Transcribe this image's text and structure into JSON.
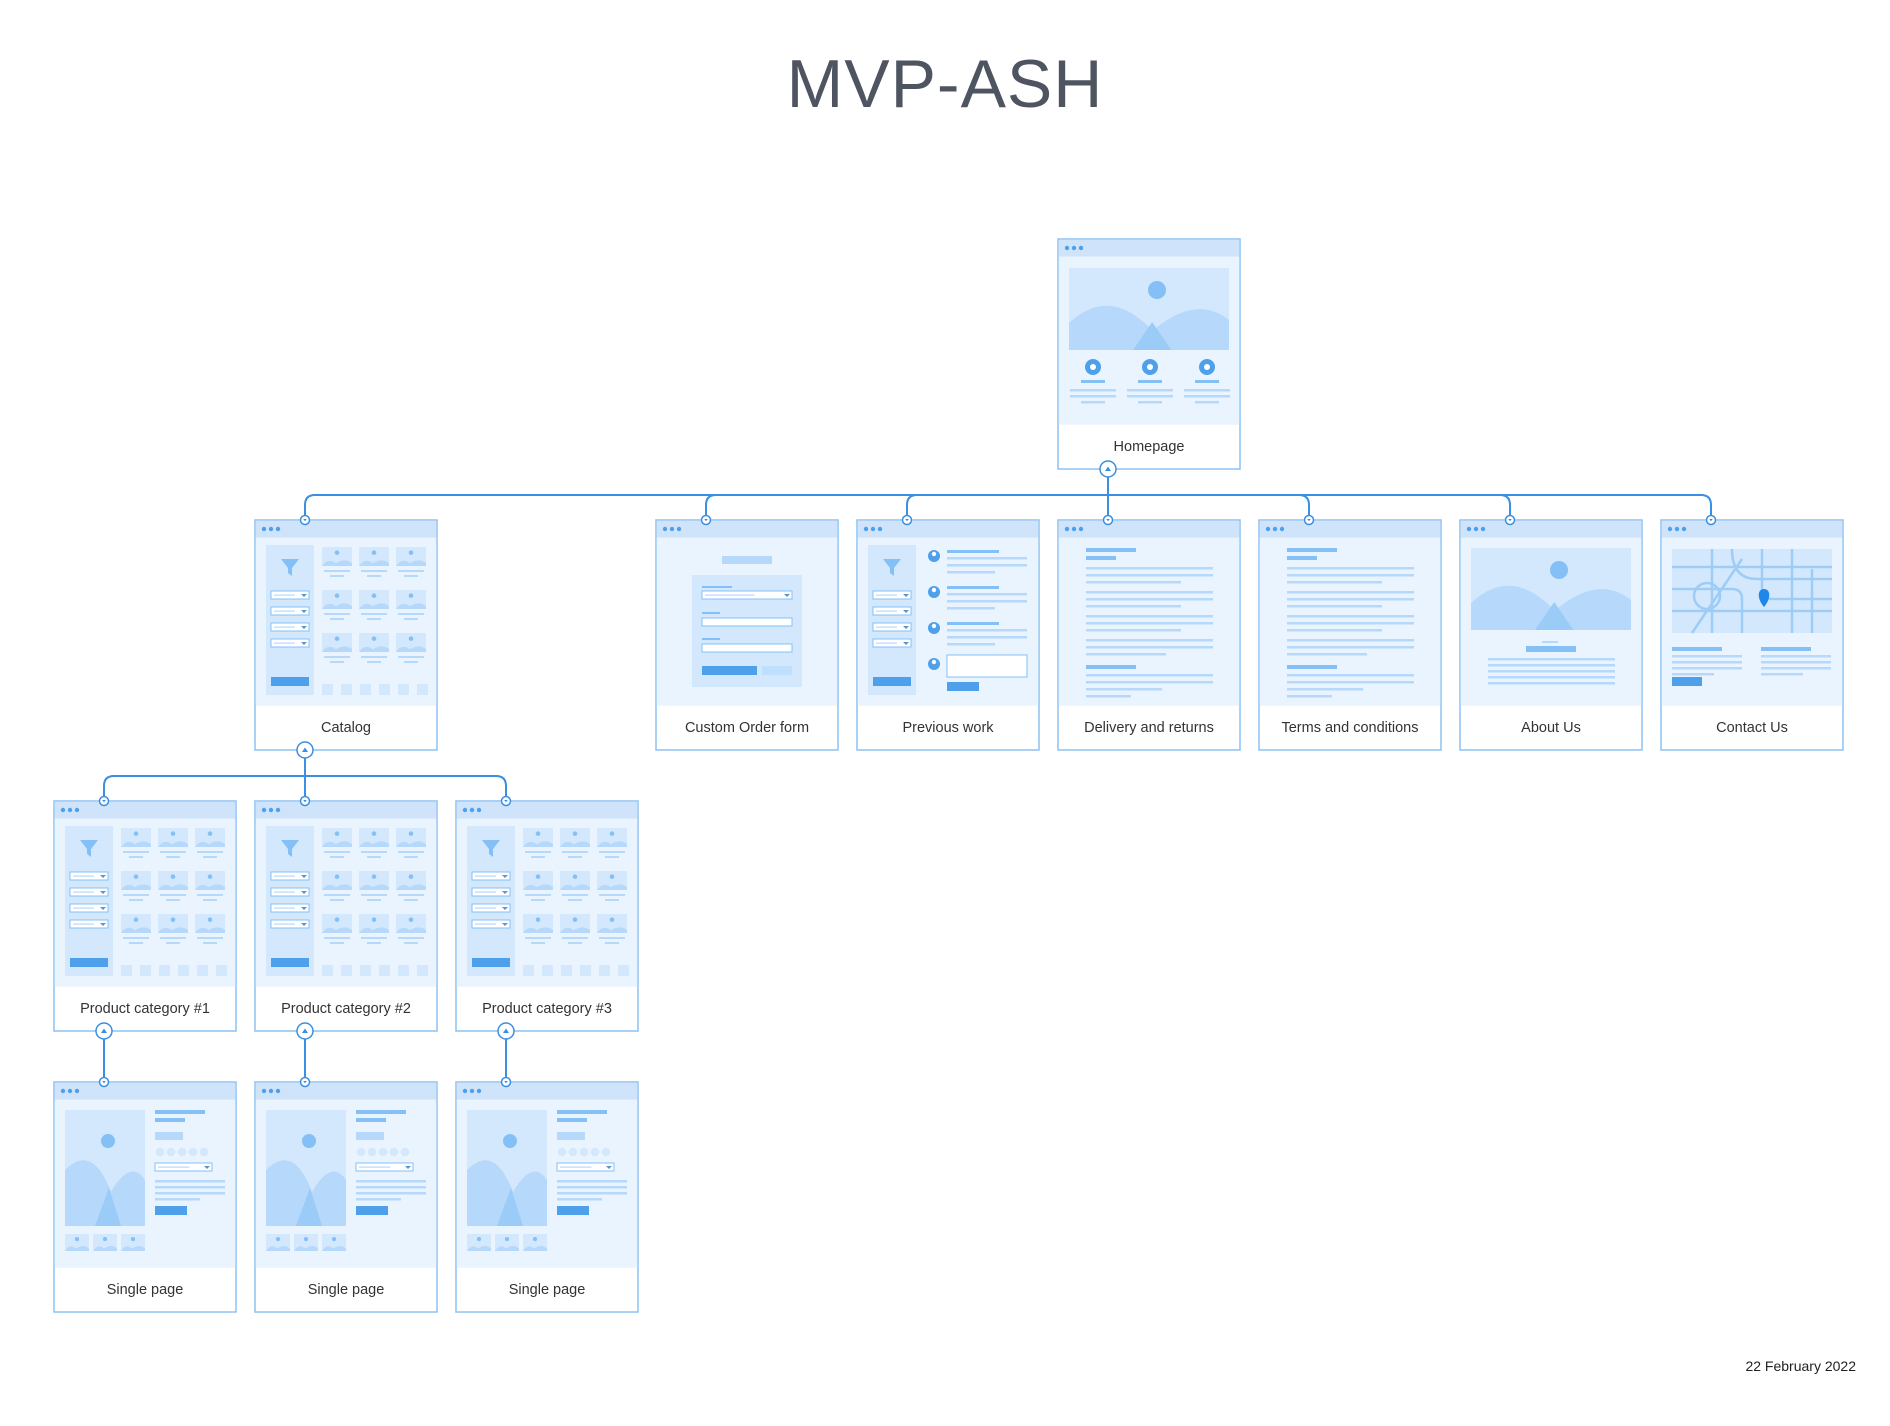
{
  "title": "MVP-ASH",
  "date": "22 February 2022",
  "nodes": [
    {
      "id": "homepage",
      "label": "Homepage",
      "kind": "home"
    },
    {
      "id": "catalog",
      "label": "Catalog",
      "kind": "catalog"
    },
    {
      "id": "custom-order-form",
      "label": "Custom Order form",
      "kind": "form"
    },
    {
      "id": "previous-work",
      "label": "Previous work",
      "kind": "list"
    },
    {
      "id": "delivery-and-returns",
      "label": "Delivery and returns",
      "kind": "text"
    },
    {
      "id": "terms-and-conditions",
      "label": "Terms and conditions",
      "kind": "text"
    },
    {
      "id": "about-us",
      "label": "About Us",
      "kind": "about"
    },
    {
      "id": "contact-us",
      "label": "Contact Us",
      "kind": "contact"
    },
    {
      "id": "product-category-1",
      "label": "Product category #1",
      "kind": "catalog"
    },
    {
      "id": "product-category-2",
      "label": "Product category #2",
      "kind": "catalog"
    },
    {
      "id": "product-category-3",
      "label": "Product category #3",
      "kind": "catalog"
    },
    {
      "id": "single-page-1",
      "label": "Single page",
      "kind": "single"
    },
    {
      "id": "single-page-2",
      "label": "Single page",
      "kind": "single"
    },
    {
      "id": "single-page-3",
      "label": "Single page",
      "kind": "single"
    }
  ],
  "edges": [
    {
      "from": "homepage",
      "to": "catalog"
    },
    {
      "from": "homepage",
      "to": "custom-order-form"
    },
    {
      "from": "homepage",
      "to": "previous-work"
    },
    {
      "from": "homepage",
      "to": "delivery-and-returns"
    },
    {
      "from": "homepage",
      "to": "terms-and-conditions"
    },
    {
      "from": "homepage",
      "to": "about-us"
    },
    {
      "from": "homepage",
      "to": "contact-us"
    },
    {
      "from": "catalog",
      "to": "product-category-1"
    },
    {
      "from": "catalog",
      "to": "product-category-2"
    },
    {
      "from": "catalog",
      "to": "product-category-3"
    },
    {
      "from": "product-category-1",
      "to": "single-page-1"
    },
    {
      "from": "product-category-2",
      "to": "single-page-2"
    },
    {
      "from": "product-category-3",
      "to": "single-page-3"
    }
  ],
  "colors": {
    "line": "#3b8fe0",
    "border": "#8cc2f2",
    "header": "#cfe4fb",
    "thumb_bg": "#eaf4fe",
    "shape": "#b5d8fb",
    "shape_dark": "#84c0f5",
    "dot": "#4fa0ea",
    "pin": "#1f86ea"
  }
}
